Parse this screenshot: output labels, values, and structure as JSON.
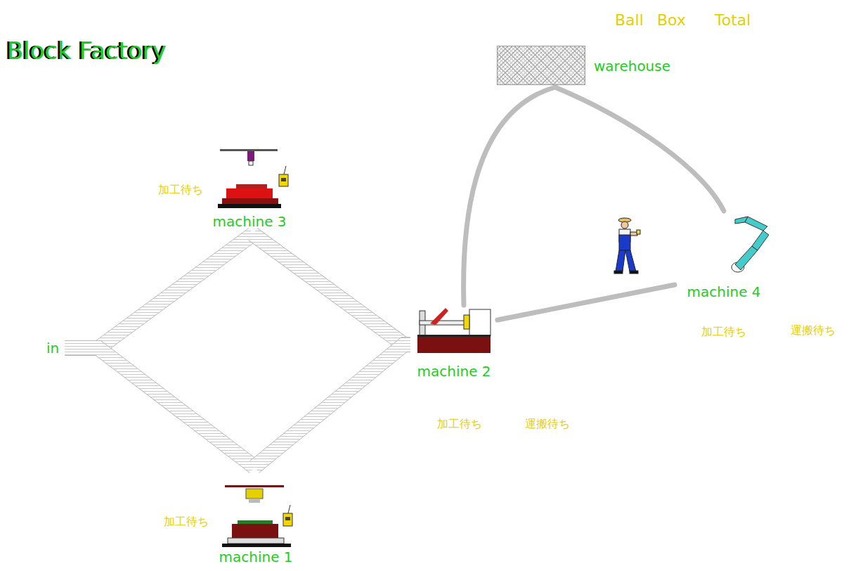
{
  "diagram": {
    "title": "Block Factory",
    "nodes": [
      {
        "text": [
          "warehouse"
        ]
      },
      {
        "text": [
          "machine 3"
        ]
      },
      {
        "text": [
          "in"
        ]
      },
      {
        "text": [
          "machine 2"
        ]
      },
      {
        "text": [
          "machine 4"
        ]
      },
      {
        "text": [
          "machine 1"
        ]
      }
    ],
    "edges": [
      {
        "from": 2,
        "to": 1,
        "arrow": "none"
      },
      {
        "from": 2,
        "to": 5,
        "arrow": "none"
      },
      {
        "from": 1,
        "to": 3,
        "arrow": "none"
      },
      {
        "from": 5,
        "to": 3,
        "arrow": "none"
      },
      {
        "from": 3,
        "to": 0,
        "arrow": "none"
      },
      {
        "from": 0,
        "to": 4,
        "arrow": "none"
      },
      {
        "from": 4,
        "to": 3,
        "arrow": "none"
      }
    ],
    "labels": [
      "Ball",
      "Box",
      "Total",
      "加工待ち",
      "加工待ち",
      "加工待ち",
      "運搬待ち",
      "加工待ち",
      "運搬待ち"
    ]
  }
}
